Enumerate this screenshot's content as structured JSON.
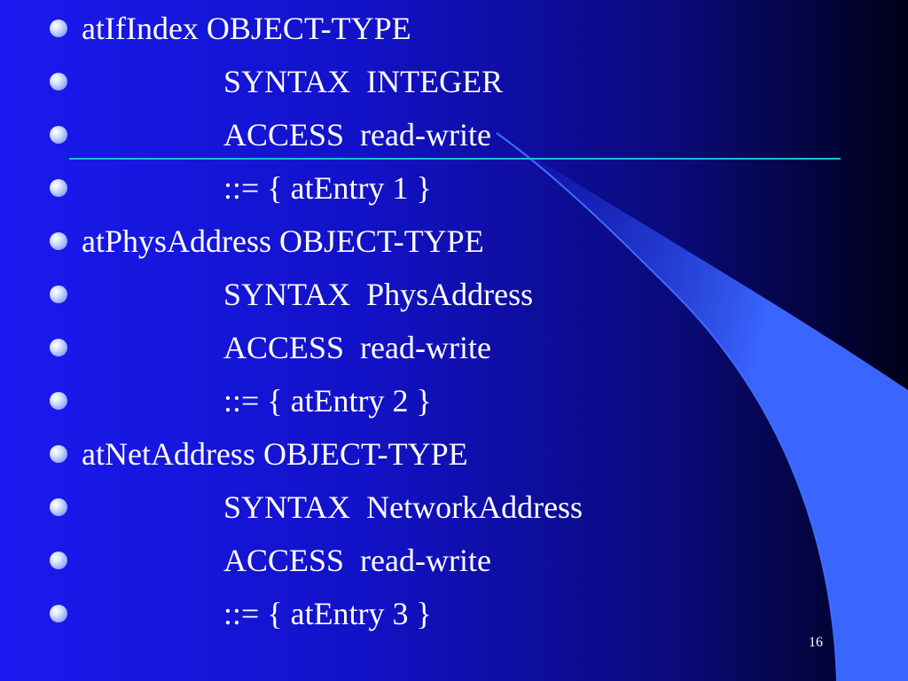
{
  "slide": {
    "lines": [
      {
        "level": 0,
        "text": "atIfIndex OBJECT-TYPE"
      },
      {
        "level": 1,
        "text": "SYNTAX  INTEGER"
      },
      {
        "level": 1,
        "text": "ACCESS  read-write"
      },
      {
        "level": 1,
        "text": "::= { atEntry 1 }"
      },
      {
        "level": 0,
        "text": "atPhysAddress OBJECT-TYPE"
      },
      {
        "level": 1,
        "text": "SYNTAX  PhysAddress"
      },
      {
        "level": 1,
        "text": "ACCESS  read-write"
      },
      {
        "level": 1,
        "text": "::= { atEntry 2 }"
      },
      {
        "level": 0,
        "text": "atNetAddress OBJECT-TYPE"
      },
      {
        "level": 1,
        "text": "SYNTAX  NetworkAddress"
      },
      {
        "level": 1,
        "text": "ACCESS  read-write"
      },
      {
        "level": 1,
        "text": "::= { atEntry 3 }"
      }
    ],
    "page_number": "16"
  },
  "colors": {
    "background": "#1414d8",
    "swoosh": "#3a66ff",
    "divider": "#22b8d8",
    "text": "#ffffff"
  }
}
